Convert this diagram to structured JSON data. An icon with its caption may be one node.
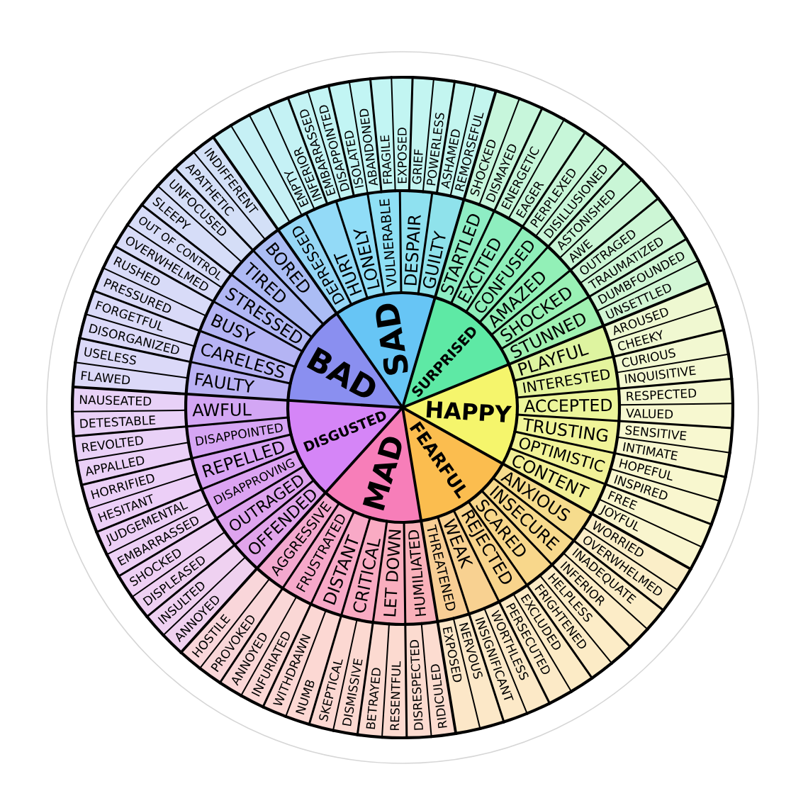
{
  "diagram": {
    "nodes": [
      {
        "text": [
          "SAD"
        ]
      },
      {
        "text": [
          "SURPRISED"
        ]
      },
      {
        "text": [
          "HAPPY"
        ]
      },
      {
        "text": [
          "FEARFUL"
        ]
      },
      {
        "text": [
          "MAD"
        ]
      },
      {
        "text": [
          "DISGUSTED"
        ]
      },
      {
        "text": [
          "BAD"
        ]
      },
      {
        "text": [
          "DEPRESSED"
        ]
      },
      {
        "text": [
          "HURT"
        ]
      },
      {
        "text": [
          "LONELY"
        ]
      },
      {
        "text": [
          "VULNERABLE"
        ]
      },
      {
        "text": [
          "DESPAIR"
        ]
      },
      {
        "text": [
          "GUILTY"
        ]
      },
      {
        "text": [
          "STARTLED"
        ]
      },
      {
        "text": [
          "EXCITED"
        ]
      },
      {
        "text": [
          "CONFUSED"
        ]
      },
      {
        "text": [
          "AMAZED"
        ]
      },
      {
        "text": [
          "SHOCKED"
        ]
      },
      {
        "text": [
          "STUNNED"
        ]
      },
      {
        "text": [
          "PLAYFUL"
        ]
      },
      {
        "text": [
          "INTERESTED"
        ]
      },
      {
        "text": [
          "ACCEPTED"
        ]
      },
      {
        "text": [
          "TRUSTING"
        ]
      },
      {
        "text": [
          "OPTIMISTIC"
        ]
      },
      {
        "text": [
          "CONTENT"
        ]
      },
      {
        "text": [
          "ANXIOUS"
        ]
      },
      {
        "text": [
          "INSECURE"
        ]
      },
      {
        "text": [
          "SCARED"
        ]
      },
      {
        "text": [
          "REJECTED"
        ]
      },
      {
        "text": [
          "WEAK"
        ]
      },
      {
        "text": [
          "THREATENED"
        ]
      },
      {
        "text": [
          "HUMILIATED"
        ]
      },
      {
        "text": [
          "LET DOWN"
        ]
      },
      {
        "text": [
          "CRITICAL"
        ]
      },
      {
        "text": [
          "DISTANT"
        ]
      },
      {
        "text": [
          "FRUSTRATED"
        ]
      },
      {
        "text": [
          "AGGRESSIVE"
        ]
      },
      {
        "text": [
          "OFFENDED"
        ]
      },
      {
        "text": [
          "OUTRAGED"
        ]
      },
      {
        "text": [
          "DISAPPROVING"
        ]
      },
      {
        "text": [
          "REPELLED"
        ]
      },
      {
        "text": [
          "DISAPPOINTED"
        ]
      },
      {
        "text": [
          "AWFUL"
        ]
      },
      {
        "text": [
          "FAULTY"
        ]
      },
      {
        "text": [
          "CARELESS"
        ]
      },
      {
        "text": [
          "BUSY"
        ]
      },
      {
        "text": [
          "STRESSED"
        ]
      },
      {
        "text": [
          "TIRED"
        ]
      },
      {
        "text": [
          "BORED"
        ]
      },
      {
        "text": [],
        "shape": "sector"
      },
      {
        "text": [],
        "shape": "sector"
      },
      {
        "text": [
          "EMPTY"
        ]
      },
      {
        "text": [
          "INFERIOR"
        ]
      },
      {
        "text": [
          "EMBARRASSED"
        ]
      },
      {
        "text": [
          "DISAPPOINTED"
        ]
      },
      {
        "text": [
          "ISOLATED"
        ]
      },
      {
        "text": [
          "ABANDONED"
        ]
      },
      {
        "text": [
          "FRAGILE"
        ]
      },
      {
        "text": [
          "EXPOSED"
        ]
      },
      {
        "text": [
          "GRIEF"
        ]
      },
      {
        "text": [
          "POWERLESS"
        ]
      },
      {
        "text": [
          "ASHAMED"
        ]
      },
      {
        "text": [
          "REMORSEFUL"
        ]
      },
      {
        "text": [
          "SHOCKED"
        ]
      },
      {
        "text": [
          "DISMAYED"
        ]
      },
      {
        "text": [
          "ENERGETIC"
        ]
      },
      {
        "text": [
          "EAGER"
        ]
      },
      {
        "text": [
          "PERPLEXED"
        ]
      },
      {
        "text": [
          "DISILLUSIONED"
        ]
      },
      {
        "text": [
          "ASTONISHED"
        ]
      },
      {
        "text": [
          "AWE"
        ]
      },
      {
        "text": [
          "OUTRAGED"
        ]
      },
      {
        "text": [
          "TRAUMATIZED"
        ]
      },
      {
        "text": [
          "DUMBFOUNDED"
        ]
      },
      {
        "text": [
          "UNSETTLED"
        ]
      },
      {
        "text": [
          "AROUSED"
        ]
      },
      {
        "text": [
          "CHEEKY"
        ]
      },
      {
        "text": [
          "CURIOUS"
        ]
      },
      {
        "text": [
          "INQUISITIVE"
        ]
      },
      {
        "text": [
          "RESPECTED"
        ]
      },
      {
        "text": [
          "VALUED"
        ]
      },
      {
        "text": [
          "SENSITIVE"
        ]
      },
      {
        "text": [
          "INTIMATE"
        ]
      },
      {
        "text": [
          "HOPEFUL"
        ]
      },
      {
        "text": [
          "INSPIRED"
        ]
      },
      {
        "text": [
          "FREE"
        ]
      },
      {
        "text": [
          "JOYFUL"
        ]
      },
      {
        "text": [
          "WORRIED"
        ]
      },
      {
        "text": [
          "OVERWHELMED"
        ]
      },
      {
        "text": [
          "INADEQUATE"
        ]
      },
      {
        "text": [
          "INFERIOR"
        ]
      },
      {
        "text": [
          "HELPLESS"
        ]
      },
      {
        "text": [
          "FRIGHTENED"
        ]
      },
      {
        "text": [
          "EXCLUDED"
        ]
      },
      {
        "text": [
          "PERSECUTED"
        ]
      },
      {
        "text": [
          "WORTHLESS"
        ]
      },
      {
        "text": [
          "INSIGNIFICANT"
        ]
      },
      {
        "text": [
          "NERVOUS"
        ]
      },
      {
        "text": [
          "EXPOSED"
        ]
      },
      {
        "text": [
          "RIDICULED"
        ]
      },
      {
        "text": [
          "DISRESPECTED"
        ]
      },
      {
        "text": [
          "RESENTFUL"
        ]
      },
      {
        "text": [
          "BETRAYED"
        ]
      },
      {
        "text": [
          "DISMISSIVE"
        ]
      },
      {
        "text": [
          "SKEPTICAL"
        ]
      },
      {
        "text": [
          "NUMB"
        ]
      },
      {
        "text": [
          "WITHDRAWN"
        ]
      },
      {
        "text": [
          "INFURIATED"
        ]
      },
      {
        "text": [
          "ANNOYED"
        ]
      },
      {
        "text": [
          "PROVOKED"
        ]
      },
      {
        "text": [
          "HOSTILE"
        ]
      },
      {
        "text": [
          "ANNOYED"
        ]
      },
      {
        "text": [
          "INSULTED"
        ]
      },
      {
        "text": [
          "DISPLEASED"
        ]
      },
      {
        "text": [
          "SHOCKED"
        ]
      },
      {
        "text": [
          "EMBARRASSED"
        ]
      },
      {
        "text": [
          "JUDGEMENTAL"
        ]
      },
      {
        "text": [
          "HESITANT"
        ]
      },
      {
        "text": [
          "HORRIFIED"
        ]
      },
      {
        "text": [
          "APPALLED"
        ]
      },
      {
        "text": [
          "REVOLTED"
        ]
      },
      {
        "text": [
          "DETESTABLE"
        ]
      },
      {
        "text": [
          "NAUSEATED"
        ]
      },
      {
        "text": [
          "FLAWED"
        ]
      },
      {
        "text": [
          "USELESS"
        ]
      },
      {
        "text": [
          "DISORGANIZED"
        ]
      },
      {
        "text": [
          "FORGETFUL"
        ]
      },
      {
        "text": [
          "PRESSURED"
        ]
      },
      {
        "text": [
          "RUSHED"
        ]
      },
      {
        "text": [
          "OVERWHELMED"
        ]
      },
      {
        "text": [
          "OUT OF CONTROL"
        ]
      },
      {
        "text": [
          "SLEEPY"
        ]
      },
      {
        "text": [
          "UNFOCUSED"
        ]
      },
      {
        "text": [
          "APATHETIC"
        ]
      },
      {
        "text": [
          "INDIFFERENT"
        ]
      }
    ]
  }
}
